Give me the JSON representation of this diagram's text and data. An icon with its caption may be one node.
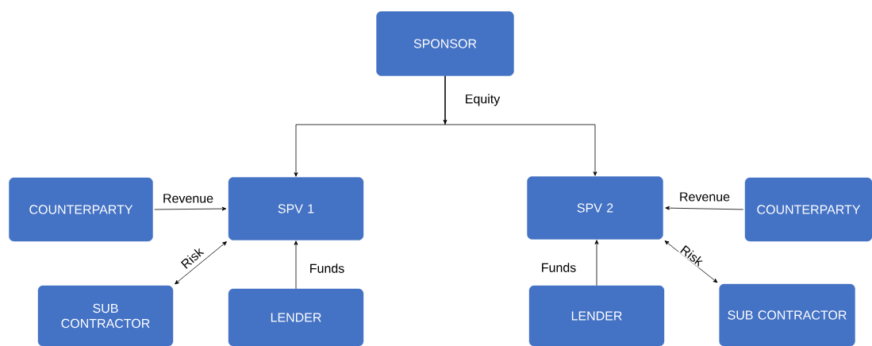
{
  "diagram": {
    "nodes": [
      {
        "text": [
          "SPONSOR"
        ]
      },
      {
        "text": [
          "SPV 1"
        ]
      },
      {
        "text": [
          "SPV 2"
        ]
      },
      {
        "text": [
          "COUNTERPARTY"
        ]
      },
      {
        "text": [
          "SUB CONTRACTOR"
        ]
      },
      {
        "text": [
          "LENDER"
        ]
      },
      {
        "text": [
          "COUNTERPARTY"
        ]
      },
      {
        "text": [
          "LENDER"
        ]
      },
      {
        "text": [
          "SUB CONTRACTOR"
        ]
      }
    ],
    "edges": [
      {
        "from": 0,
        "to": 1,
        "arrow": "to",
        "label": "Equity"
      },
      {
        "from": 0,
        "to": 2,
        "arrow": "to"
      },
      {
        "from": 3,
        "to": 1,
        "arrow": "to",
        "label": "Revenue"
      },
      {
        "from": 6,
        "to": 2,
        "arrow": "to",
        "label": "Revenue"
      },
      {
        "from": 4,
        "to": 1,
        "arrow": "both",
        "label": "Risk"
      },
      {
        "from": 8,
        "to": 2,
        "arrow": "both",
        "label": "Risk"
      },
      {
        "from": 5,
        "to": 1,
        "arrow": "to",
        "label": "Funds"
      },
      {
        "from": 7,
        "to": 2,
        "arrow": "to",
        "label": "Funds"
      }
    ]
  }
}
